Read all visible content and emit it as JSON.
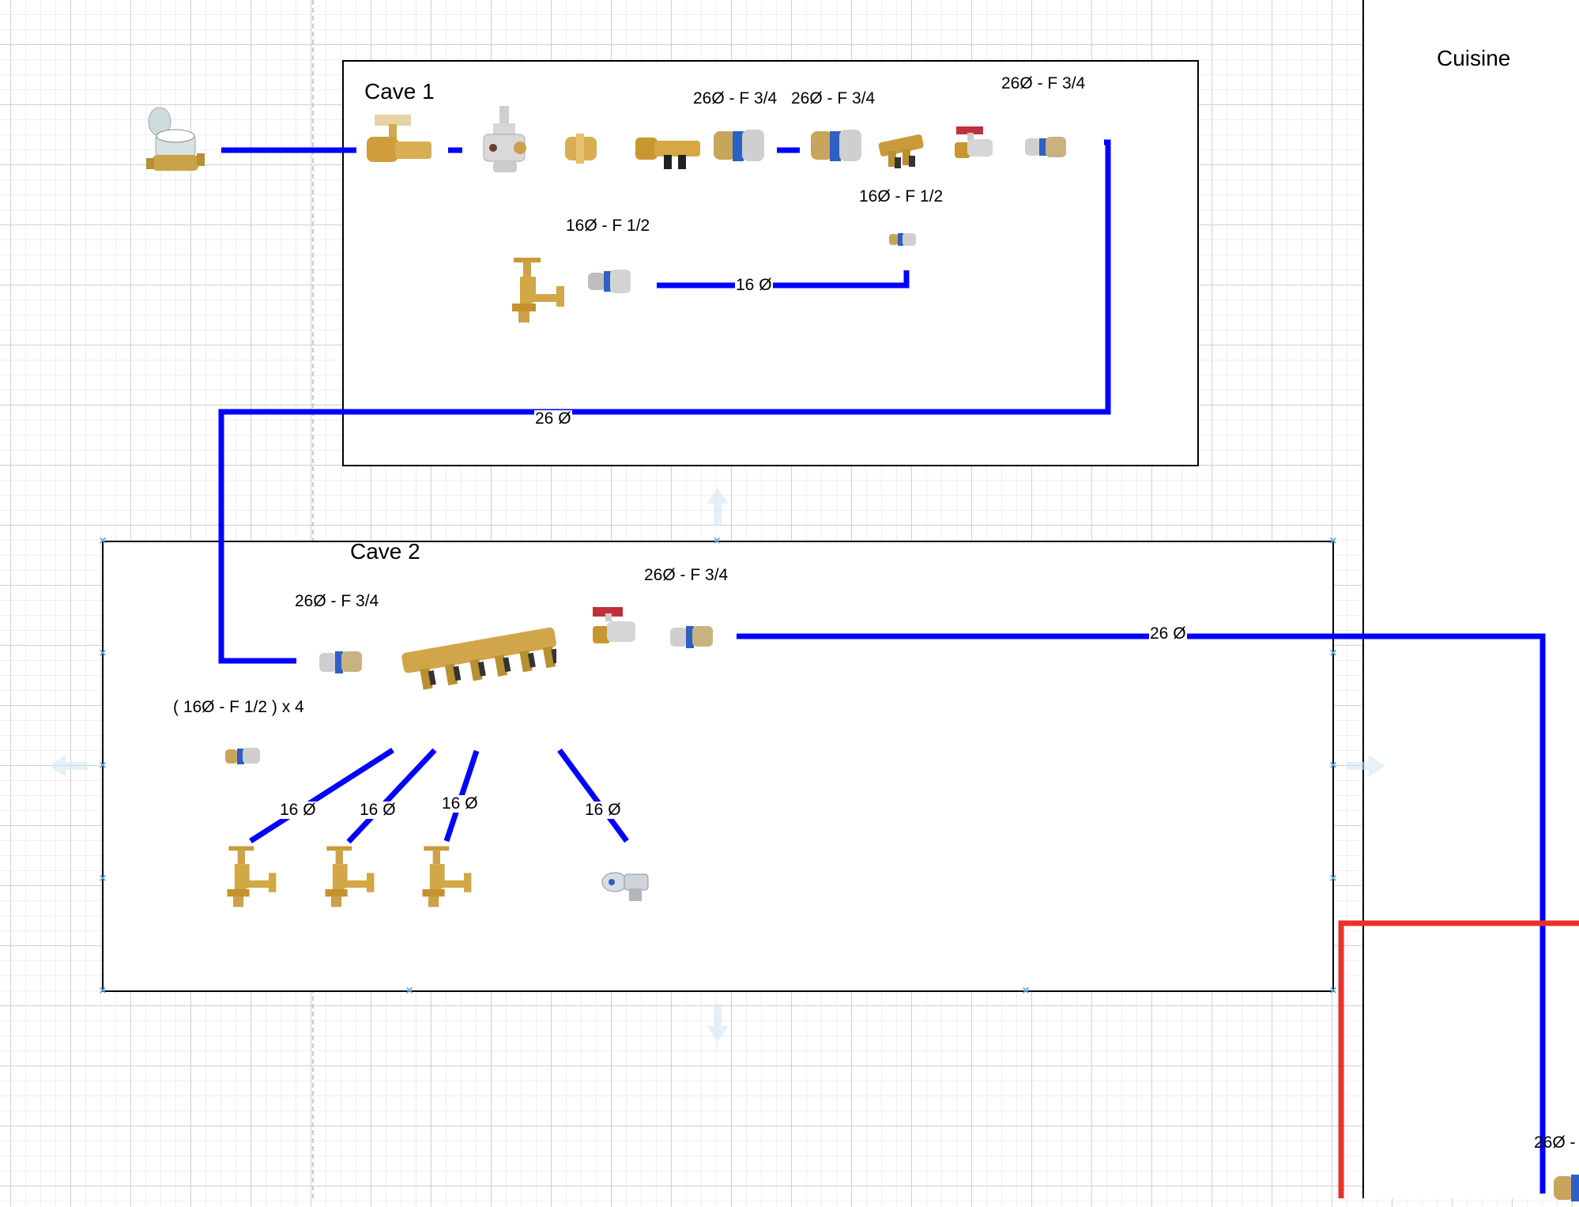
{
  "canvas": {
    "grid": true,
    "pipe_colors": {
      "cold_water": "#0000ff",
      "hot_water": "#e8332a"
    }
  },
  "rooms": {
    "cave1": {
      "title": "Cave 1"
    },
    "cave2": {
      "title": "Cave 2"
    },
    "cuisine": {
      "title": "Cuisine"
    }
  },
  "components": {
    "water_meter": "water-meter",
    "cave1": [
      {
        "type": "ball-valve-butterfly",
        "label": ""
      },
      {
        "type": "pressure-reducer",
        "label": ""
      },
      {
        "type": "brass-nipple",
        "label": ""
      },
      {
        "type": "two-way-collector",
        "label": ""
      },
      {
        "type": "multilayer-press-fitting",
        "label": "26Ø - F 3/4"
      },
      {
        "type": "multilayer-press-fitting",
        "label": "26Ø - F 3/4"
      },
      {
        "type": "mini-collector-valves",
        "label": ""
      },
      {
        "type": "ball-valve-red",
        "label": ""
      },
      {
        "type": "multilayer-press-fitting",
        "label": "26Ø - F 3/4"
      },
      {
        "type": "multilayer-press-fitting-small",
        "label": "16Ø - F 1/2"
      },
      {
        "type": "garden-tap",
        "label": ""
      },
      {
        "type": "multilayer-press-fitting",
        "label": "16Ø - F 1/2"
      }
    ],
    "cave2": [
      {
        "type": "multilayer-press-fitting",
        "label": "26Ø - F 3/4"
      },
      {
        "type": "manifold-6-way",
        "label": ""
      },
      {
        "type": "ball-valve-red",
        "label": ""
      },
      {
        "type": "multilayer-press-fitting",
        "label": "26Ø - F 3/4"
      },
      {
        "type": "multilayer-press-fitting-small",
        "label": "( 16Ø - F 1/2 ) x 4"
      },
      {
        "type": "garden-tap",
        "label": ""
      },
      {
        "type": "garden-tap",
        "label": ""
      },
      {
        "type": "garden-tap",
        "label": ""
      },
      {
        "type": "washing-machine-valve",
        "label": ""
      }
    ],
    "cuisine": [
      {
        "type": "multilayer-press-fitting",
        "label": "26Ø -"
      }
    ]
  },
  "pipes": {
    "cave1_branch": "16 Ø",
    "cave1_to_cave2": "26 Ø",
    "cave2_to_cuisine": "26 Ø",
    "cave2_taps": [
      "16 Ø",
      "16 Ø",
      "16 Ø",
      "16 Ø"
    ]
  }
}
